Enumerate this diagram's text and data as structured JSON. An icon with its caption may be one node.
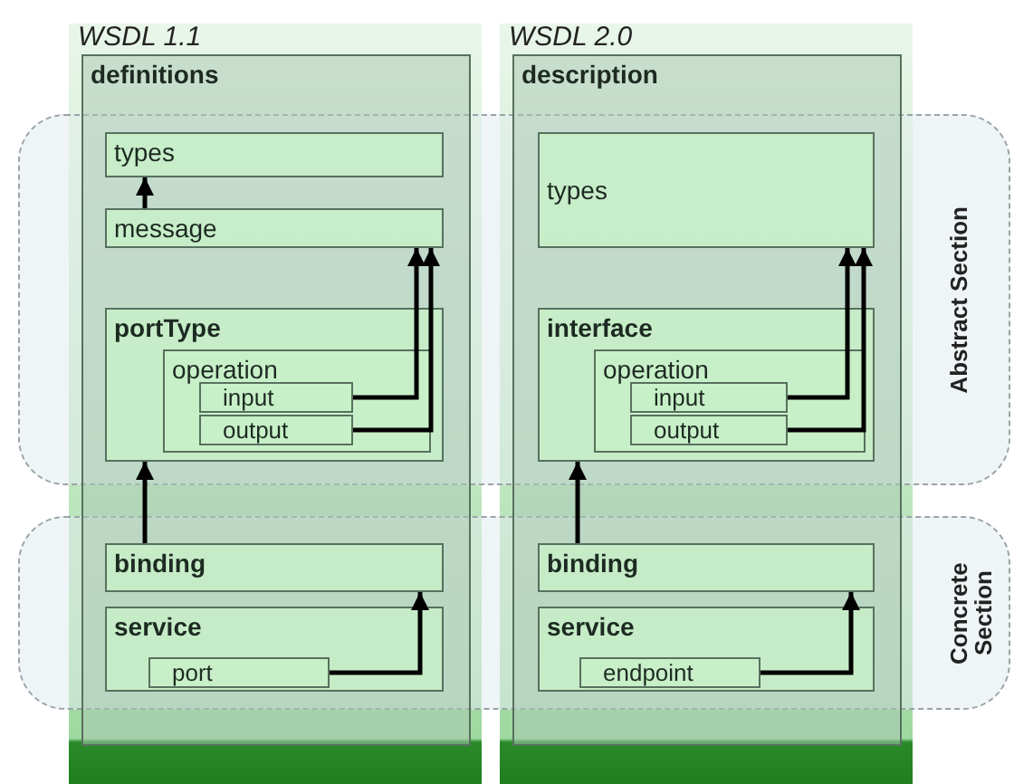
{
  "diagram": {
    "nodes": [
      {
        "text": [
          "definitions"
        ],
        "beside": [
          "WSDL 1.1"
        ]
      },
      {
        "text": [
          "types"
        ],
        "in": 0
      },
      {
        "text": [
          "message"
        ],
        "in": 0
      },
      {
        "text": [
          "portType"
        ],
        "in": 0
      },
      {
        "text": [
          "operation"
        ],
        "in": 3
      },
      {
        "text": [
          "input"
        ],
        "in": 4
      },
      {
        "text": [
          "output"
        ],
        "in": 4
      },
      {
        "text": [
          "binding"
        ],
        "in": 0
      },
      {
        "text": [
          "service"
        ],
        "in": 0
      },
      {
        "text": [
          "port"
        ],
        "in": 8
      },
      {
        "text": [
          "description"
        ],
        "beside": [
          "WSDL 2.0"
        ]
      },
      {
        "text": [
          "types"
        ],
        "in": 10
      },
      {
        "text": [
          "interface"
        ],
        "in": 10
      },
      {
        "text": [
          "operation"
        ],
        "in": 12
      },
      {
        "text": [
          "input"
        ],
        "in": 13
      },
      {
        "text": [
          "output"
        ],
        "in": 13
      },
      {
        "text": [
          "binding"
        ],
        "in": 10
      },
      {
        "text": [
          "service"
        ],
        "in": 10
      },
      {
        "text": [
          "endpoint"
        ],
        "in": 17
      }
    ],
    "labels": [
      "Abstract Section",
      "Concrete Section"
    ],
    "edges": [
      {
        "from": 2,
        "to": 1,
        "arrow": "to"
      },
      {
        "from": 5,
        "to": 2,
        "arrow": "to"
      },
      {
        "from": 6,
        "to": 2,
        "arrow": "to"
      },
      {
        "from": 7,
        "to": 3,
        "arrow": "to"
      },
      {
        "from": 9,
        "to": 7,
        "arrow": "to"
      },
      {
        "from": 14,
        "to": 11,
        "arrow": "to"
      },
      {
        "from": 15,
        "to": 11,
        "arrow": "to"
      },
      {
        "from": 16,
        "to": 12,
        "arrow": "to"
      },
      {
        "from": 18,
        "to": 16,
        "arrow": "to"
      }
    ]
  }
}
